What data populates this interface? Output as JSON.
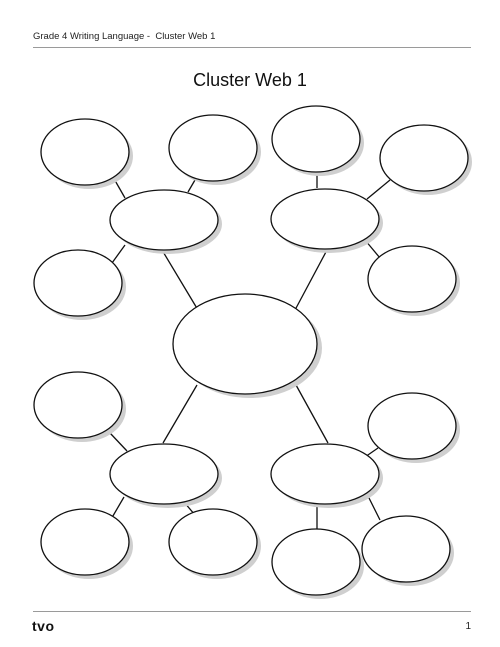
{
  "header": {
    "text": "Grade 4 Writing Language -  Cluster Web 1"
  },
  "title": "Cluster Web 1",
  "footer": {
    "logo": "tvo",
    "page_number": "1"
  }
}
